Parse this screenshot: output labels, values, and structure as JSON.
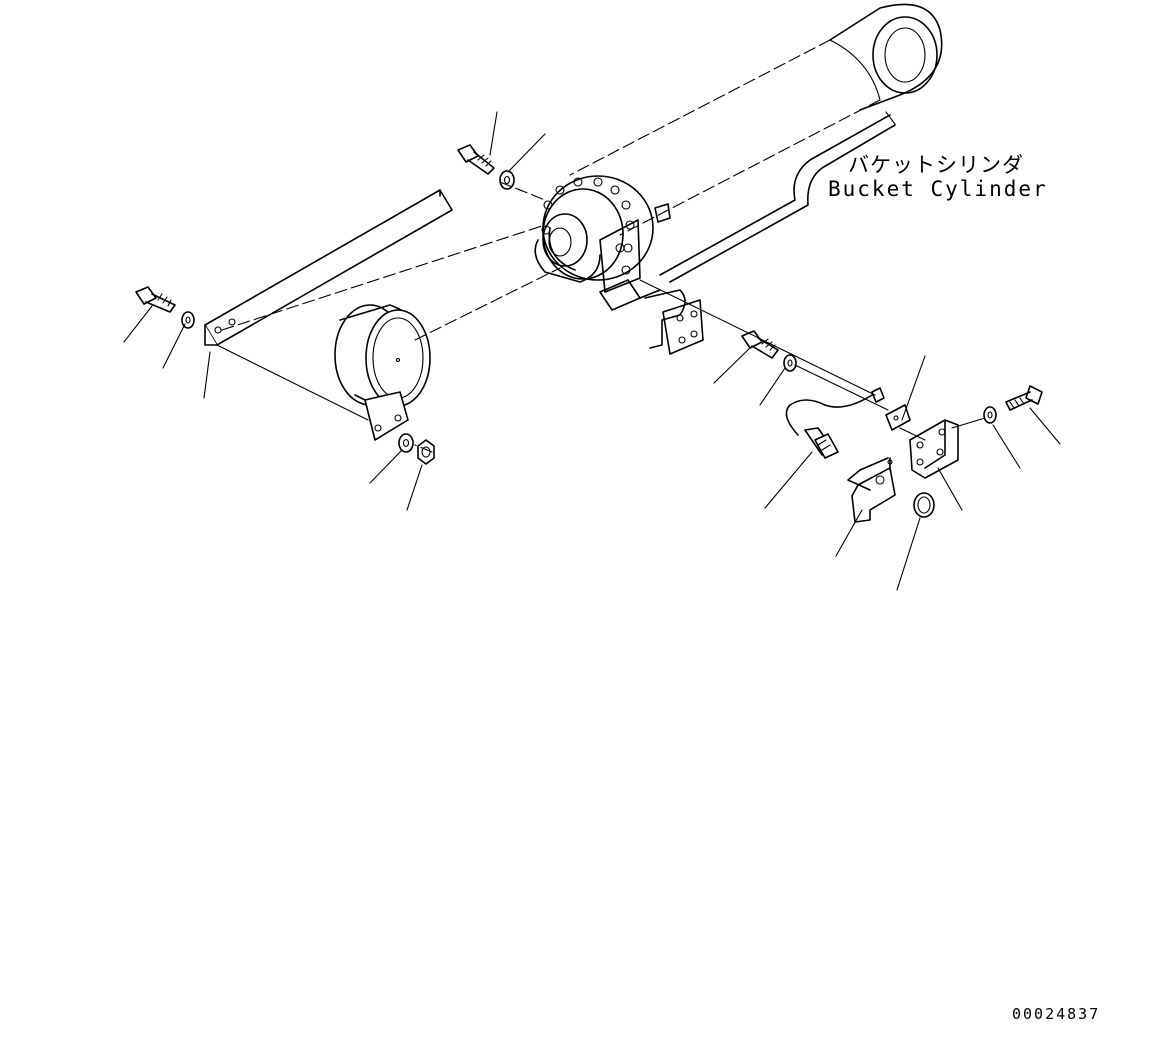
{
  "component_label": {
    "japanese": "バケットシリンダ",
    "english": "Bucket Cylinder"
  },
  "drawing_number": "00024837"
}
